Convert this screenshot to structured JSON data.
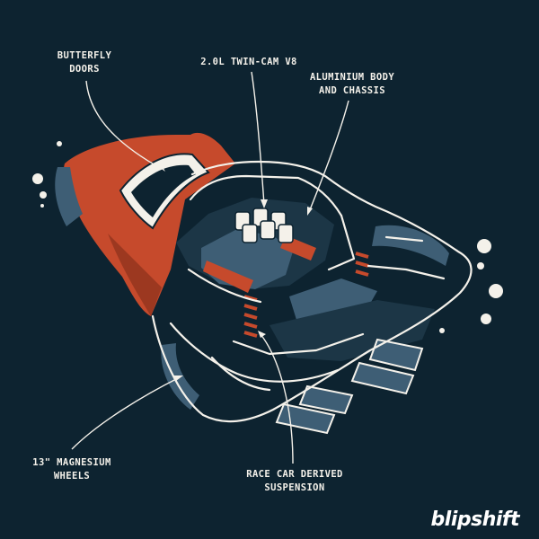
{
  "labels": {
    "doors": [
      "BUTTERFLY",
      "DOORS"
    ],
    "engine": [
      "2.0L TWIN-CAM V8"
    ],
    "body": [
      "ALUMINIUM BODY",
      "AND CHASSIS"
    ],
    "wheels": [
      "13\" MAGNESIUM",
      "WHEELS"
    ],
    "suspension": [
      "RACE CAR DERIVED",
      "SUSPENSION"
    ]
  },
  "brand": "blipshift",
  "colors": {
    "background": "#0d2330",
    "body_red": "#c64a2c",
    "line_white": "#f4f1ea",
    "engine_blue": "#3e5e75"
  },
  "icons": [
    "car-illustration",
    "exhaust-pipes",
    "bubble-dots"
  ]
}
